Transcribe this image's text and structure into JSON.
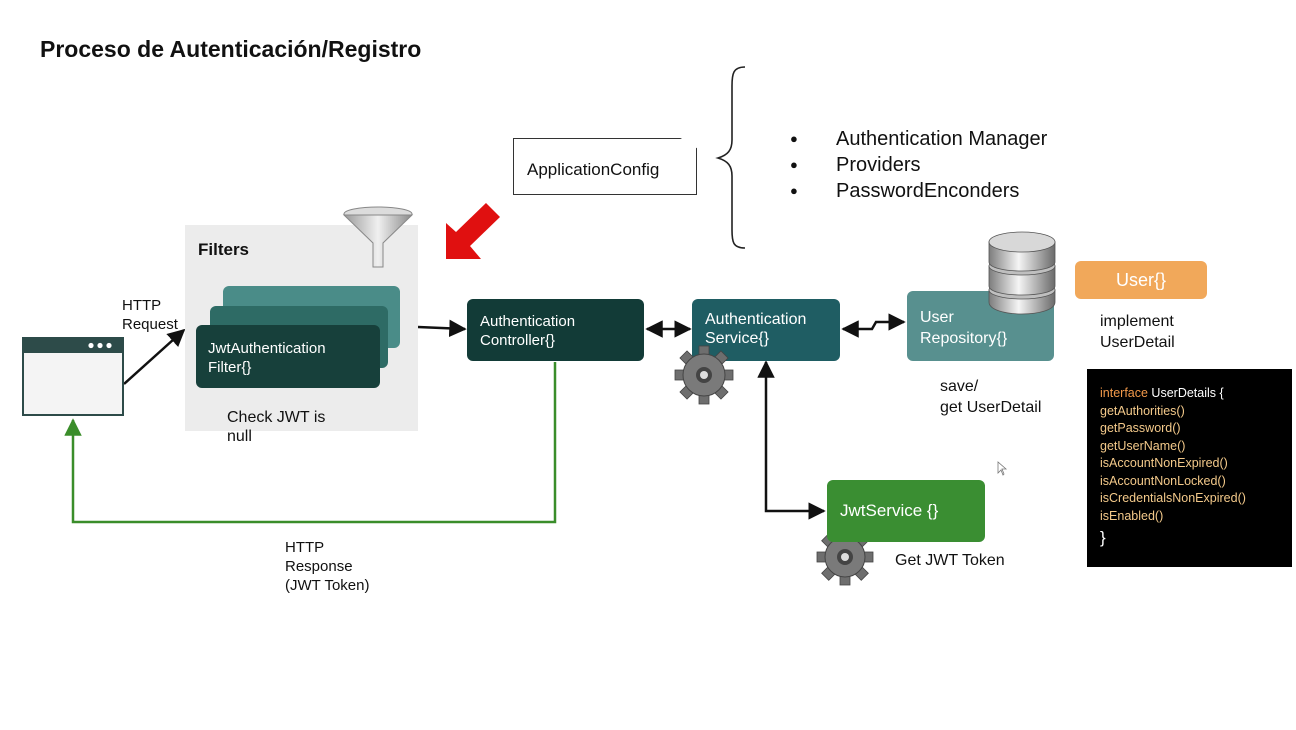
{
  "title": "Proceso de Autenticación/Registro",
  "application_config": {
    "label": "ApplicationConfig",
    "bullets": [
      "Authentication Manager",
      "Providers",
      "PasswordEnconders"
    ]
  },
  "filters": {
    "title": "Filters",
    "filter_box": "JwtAuthentication\nFilter{}",
    "note": "Check JWT is\nnull"
  },
  "http_request_label": "HTTP\nRequest",
  "http_response_label": "HTTP\nResponse\n(JWT Token)",
  "authentication_controller": "Authentication\nController{}",
  "authentication_service": "Authentication\nService{}",
  "user_repository": "User\nRepository{}",
  "user_repository_note": "save/\nget UserDetail",
  "user_entity": "User{}",
  "user_entity_note": "implement\nUserDetail",
  "jwt_service": "JwtService {}",
  "jwt_service_note": "Get JWT Token",
  "user_details_code": {
    "keyword": "interface",
    "header": " UserDetails {",
    "methods": [
      "getAuthorities()",
      "getPassword()",
      "getUserName()",
      "isAccountNonExpired()",
      "isAccountNonLocked()",
      "isCredentialsNonExpired()",
      "isEnabled()"
    ],
    "closing": "}"
  },
  "colors": {
    "filter_dark": "#17403b",
    "filter_mid": "#2e6b65",
    "filter_light": "#4a8c88",
    "controller": "#123b37",
    "service": "#1f5d63",
    "repository": "#58908f",
    "jwt_service": "#3a8e32",
    "response_line": "#3a8d2a",
    "user_orange": "#f1a85a",
    "red_arrow": "#e01010"
  }
}
